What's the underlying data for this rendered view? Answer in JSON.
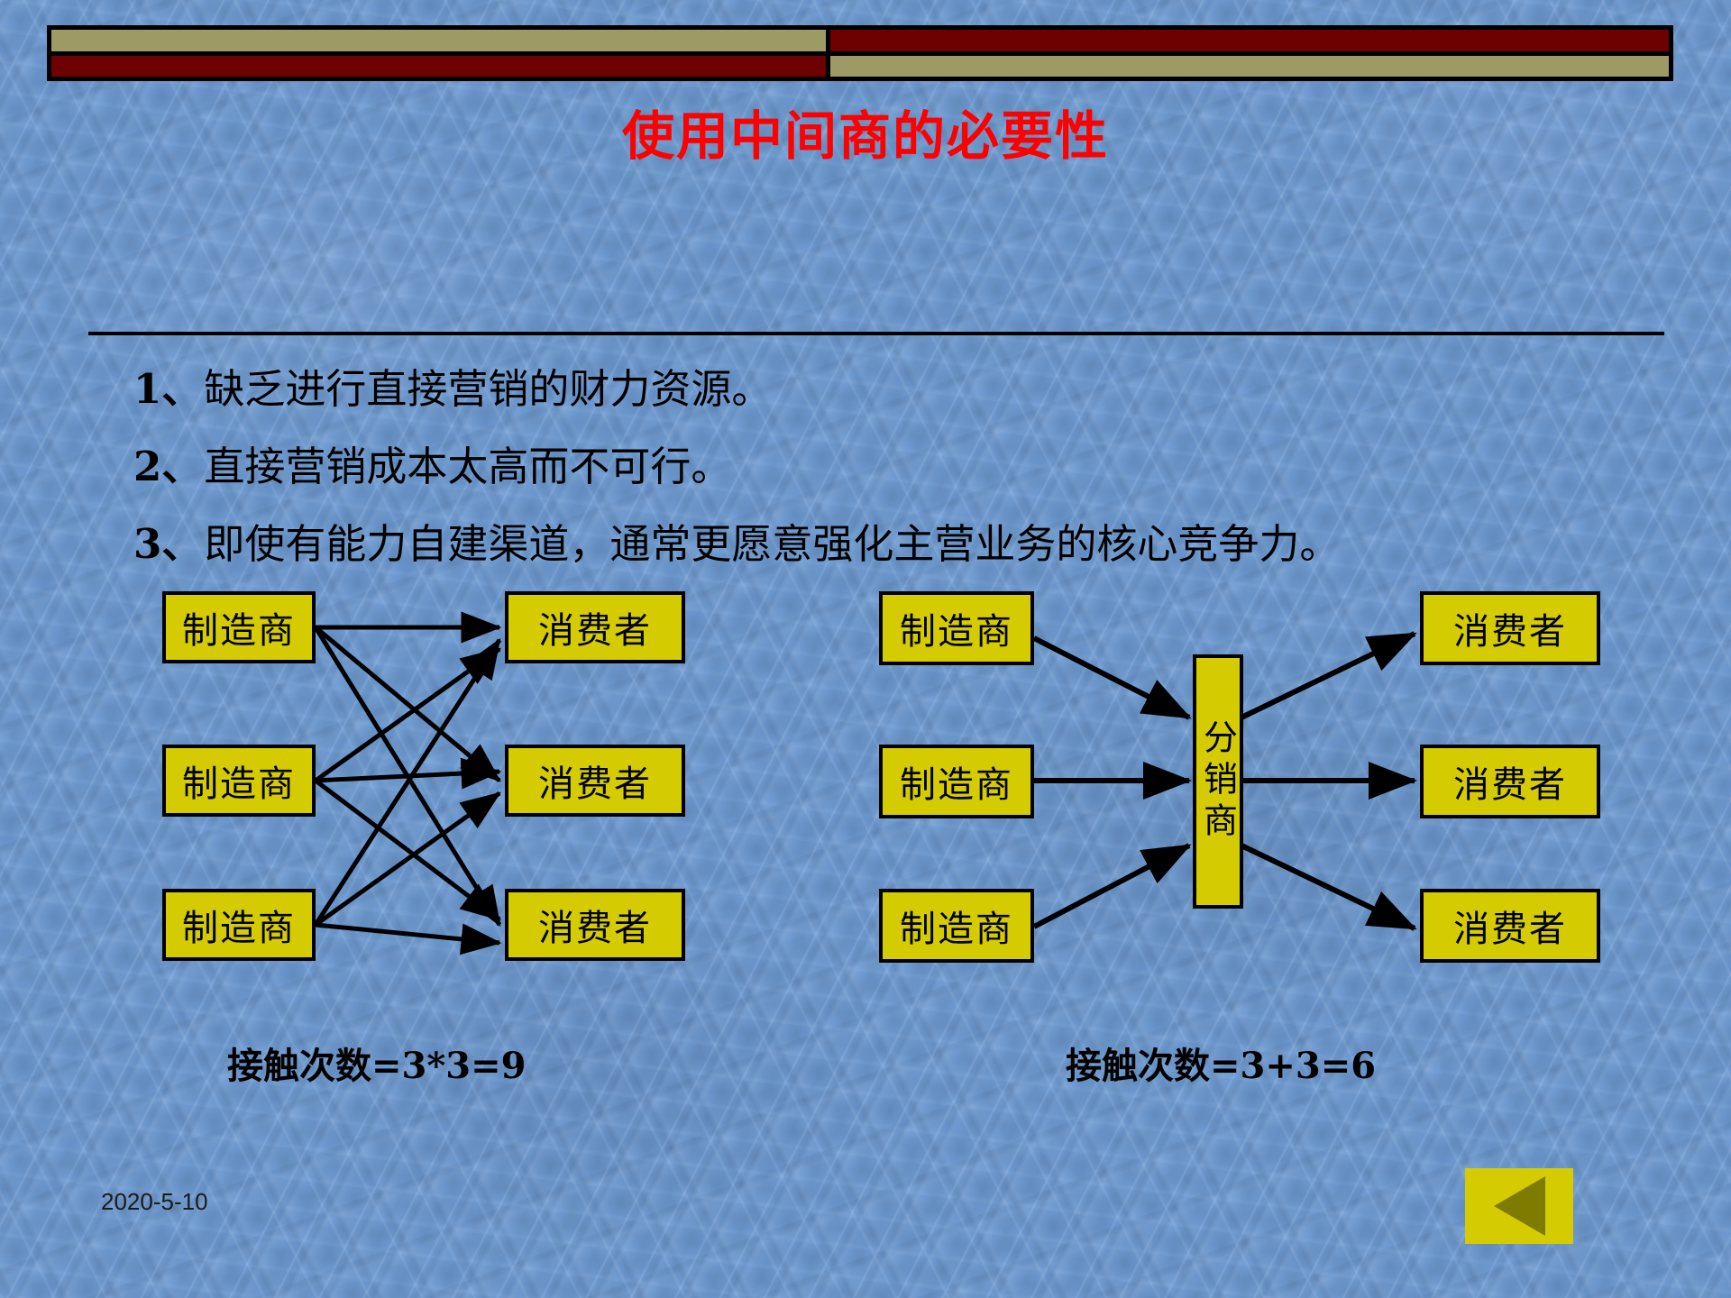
{
  "slide": {
    "title": "使用中间商的必要性",
    "date": "2020-5-10",
    "accent_red": "#ff0000",
    "box_yellow": "#d4cc00",
    "header_khaki": "#9d9a66",
    "header_dark_red": "#6d0000",
    "background_blue": "#6d9ad1"
  },
  "bullets": [
    {
      "num": "1、",
      "text": "缺乏进行直接营销的财力资源。"
    },
    {
      "num": "2、",
      "text": "直接营销成本太高而不可行。"
    },
    {
      "num": "3、",
      "text": "即使有能力自建渠道，通常更愿意强化主营业务的核心竞争力。"
    }
  ],
  "diagram_left": {
    "producers": [
      {
        "label": "制造商"
      },
      {
        "label": "制造商"
      },
      {
        "label": "制造商"
      }
    ],
    "consumers": [
      {
        "label": "消费者"
      },
      {
        "label": "消费者"
      },
      {
        "label": "消费者"
      }
    ],
    "caption": "接触次数=3*3=9"
  },
  "diagram_right": {
    "producers": [
      {
        "label": "制造商"
      },
      {
        "label": "制造商"
      },
      {
        "label": "制造商"
      }
    ],
    "distributor": {
      "label": "分销商"
    },
    "consumers": [
      {
        "label": "消费者"
      },
      {
        "label": "消费者"
      },
      {
        "label": "消费者"
      }
    ],
    "caption": "接触次数=3+3=6"
  },
  "nav": {
    "back_label": "◀"
  }
}
